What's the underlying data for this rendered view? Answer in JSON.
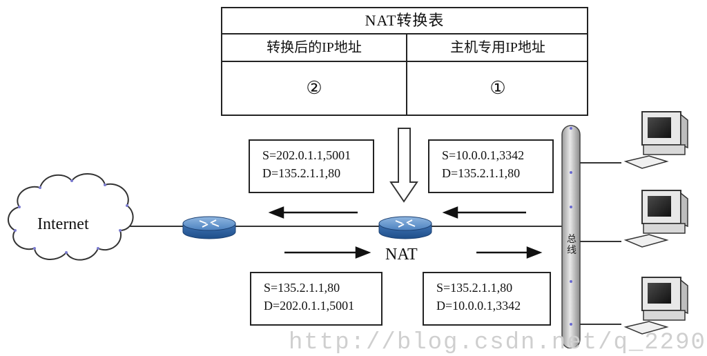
{
  "nat_table": {
    "title": "NAT转换表",
    "col_translated_header": "转换后的IP地址",
    "col_private_header": "主机专用IP地址",
    "col_translated_value": "②",
    "col_private_value": "①"
  },
  "packets": {
    "outbound_public": {
      "src": "S=202.0.1.1,5001",
      "dst": "D=135.2.1.1,80"
    },
    "outbound_private": {
      "src": "S=10.0.0.1,3342",
      "dst": "D=135.2.1.1,80"
    },
    "inbound_public": {
      "src": "S=135.2.1.1,80",
      "dst": "D=202.0.1.1,5001"
    },
    "inbound_private": {
      "src": "S=135.2.1.1,80",
      "dst": "D=10.0.0.1,3342"
    }
  },
  "labels": {
    "internet": "Internet",
    "nat": "NAT",
    "bus": "总线"
  },
  "watermark": "http://blog.csdn.net/q_2290"
}
